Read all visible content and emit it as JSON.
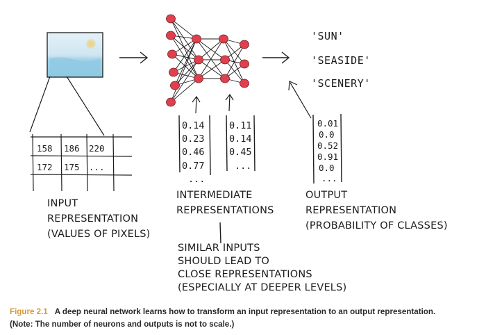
{
  "colors": {
    "neuron": "#e0404e",
    "sky": "#cfe6f2",
    "sea": "#8fc9e2",
    "sun": "#f1c24a",
    "caption_accent": "#d49a3a",
    "ink": "#1c1c1c"
  },
  "input": {
    "grid_row1": [
      "158",
      "186",
      "220"
    ],
    "grid_row2": [
      "172",
      "175",
      "..."
    ],
    "label_lines": [
      "INPUT",
      "REPRESENTATION",
      "(VALUES OF PIXELS)"
    ]
  },
  "intermediate": {
    "vector1": [
      "0.14",
      "0.23",
      "0.46",
      "0.77"
    ],
    "vector2": [
      "0.11",
      "0.14",
      "0.45",
      "..."
    ],
    "vector1_more": "...",
    "label_lines": [
      "INTERMEDIATE",
      "REPRESENTATIONS"
    ]
  },
  "outputs": {
    "classes": [
      "'SUN'",
      "'SEASIDE'",
      "'SCENERY'"
    ],
    "vector": [
      "0.01",
      "0.0",
      "0.52",
      "0.91",
      "0.0"
    ],
    "vector_more": "...",
    "label_lines": [
      "OUTPUT",
      "REPRESENTATION",
      "(PROBABILITY OF CLASSES)"
    ]
  },
  "note": {
    "lines": [
      "SIMILAR INPUTS",
      "SHOULD LEAD TO",
      "CLOSE REPRESENTATIONS",
      "(ESPECIALLY AT DEEPER LEVELS)"
    ]
  },
  "caption": {
    "figure_number": "Figure 2.1",
    "line1": "A deep neural network learns how to transform an input representation to an output representation.",
    "line2": "(Note: The number of neurons and outputs is not to scale.)"
  }
}
